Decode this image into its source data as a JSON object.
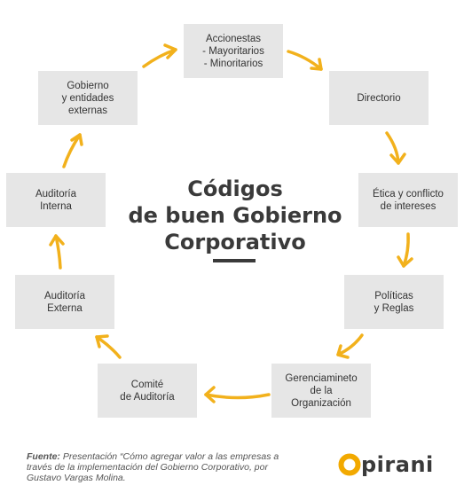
{
  "title": "Códigos\nde buen Gobierno\nCorporativo",
  "nodes": {
    "accionistas": "Accionestas\n- Mayoritarios\n- Minoritarios",
    "directorio": "Directorio",
    "etica": "Ética y conflicto\nde intereses",
    "politicas": "Políticas\ny Reglas",
    "gerenciamiento": "Gerenciamineto\nde la\nOrganización",
    "comite": "Comité\nde Auditoría",
    "auditoria_externa": "Auditoría\nExterna",
    "auditoria_interna": "Auditoría\nInterna",
    "gobierno": "Gobierno\ny entidades\nexternas"
  },
  "source": {
    "label": "Fuente:",
    "text": " Presentación “Cómo agregar valor a las empresas a través de la implementación del Gobierno Corporativo, por Gustavo Vargas Molina."
  },
  "logo": {
    "text": "pirani",
    "icon": "pirani-logo-icon",
    "color": "#f2a900"
  },
  "colors": {
    "arrow": "#f2b11c",
    "box": "#e6e6e6",
    "text": "#333333"
  }
}
